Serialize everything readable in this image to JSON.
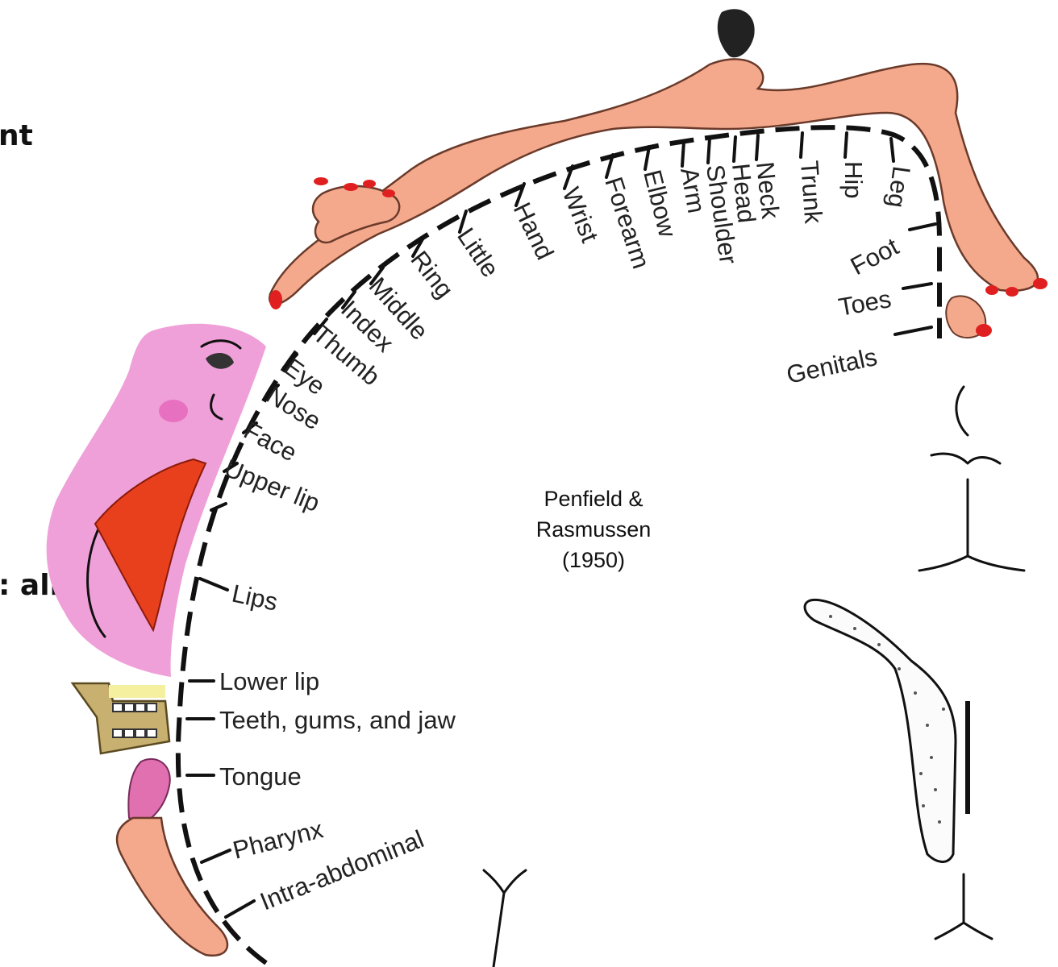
{
  "credit": {
    "line1": "Penfield &",
    "line2": "Rasmussen",
    "line3": "(1950)"
  },
  "cutoff": {
    "top": "nt",
    "middle": ": all"
  },
  "labels": {
    "leg": "Leg",
    "hip": "Hip",
    "trunk": "Trunk",
    "neck": "Neck",
    "head": "Head",
    "shoulder": "Shoulder",
    "arm": "Arm",
    "elbow": "Elbow",
    "forearm": "Forearm",
    "wrist": "Wrist",
    "hand": "Hand",
    "little": "Little",
    "ring": "Ring",
    "middle": "Middle",
    "index": "Index",
    "thumb": "Thumb",
    "eye": "Eye",
    "nose": "Nose",
    "face": "Face",
    "upper_lip": "Upper lip",
    "lips": "Lips",
    "lower_lip": "Lower lip",
    "teeth": "Teeth, gums, and jaw",
    "tongue": "Tongue",
    "pharynx": "Pharynx",
    "intra_abdominal": "Intra-abdominal",
    "foot": "Foot",
    "toes": "Toes",
    "genitals": "Genitals"
  },
  "colors": {
    "skin": "#f4a98c",
    "face_pink": "#f0a0d8",
    "lips_red": "#e8401c",
    "nail_red": "#e02020",
    "jaw_tan": "#c8b070",
    "tongue_pink": "#e070b0"
  }
}
